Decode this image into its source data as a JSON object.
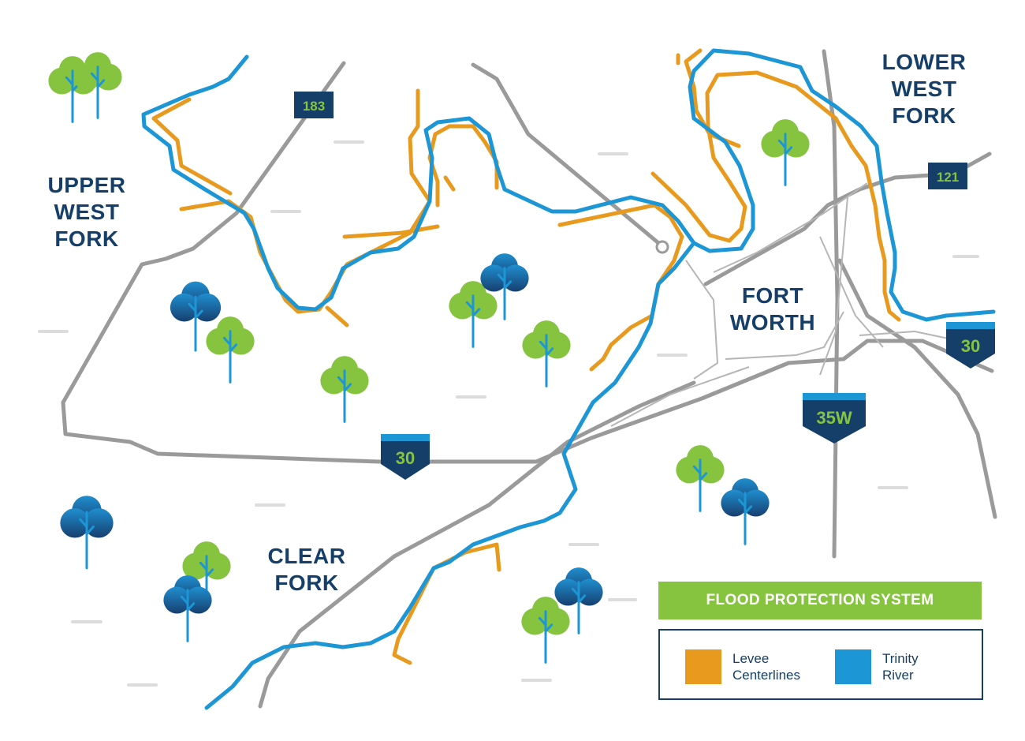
{
  "regions": {
    "upper_west_fork": "UPPER\nWEST\nFORK",
    "lower_west_fork": "LOWER\nWEST\nFORK",
    "fort_worth": "FORT\nWORTH",
    "clear_fork": "CLEAR\nFORK"
  },
  "highways": {
    "h183": "183",
    "h121": "121",
    "i30_west": "30",
    "i30_east": "30",
    "i35w": "35W"
  },
  "legend": {
    "title": "FLOOD PROTECTION SYSTEM",
    "items": [
      {
        "label": "Levee\nCenterlines",
        "color": "#e89a1f"
      },
      {
        "label": "Trinity\nRiver",
        "color": "#1d96d6"
      }
    ]
  },
  "colors": {
    "river": "#1d96d6",
    "levee": "#e89a1f",
    "road": "#9a9a9a",
    "label": "#153e69",
    "tree_light": "#86c440",
    "tree_dark": "#1b5d96",
    "legend_title_bg": "#86c440"
  }
}
